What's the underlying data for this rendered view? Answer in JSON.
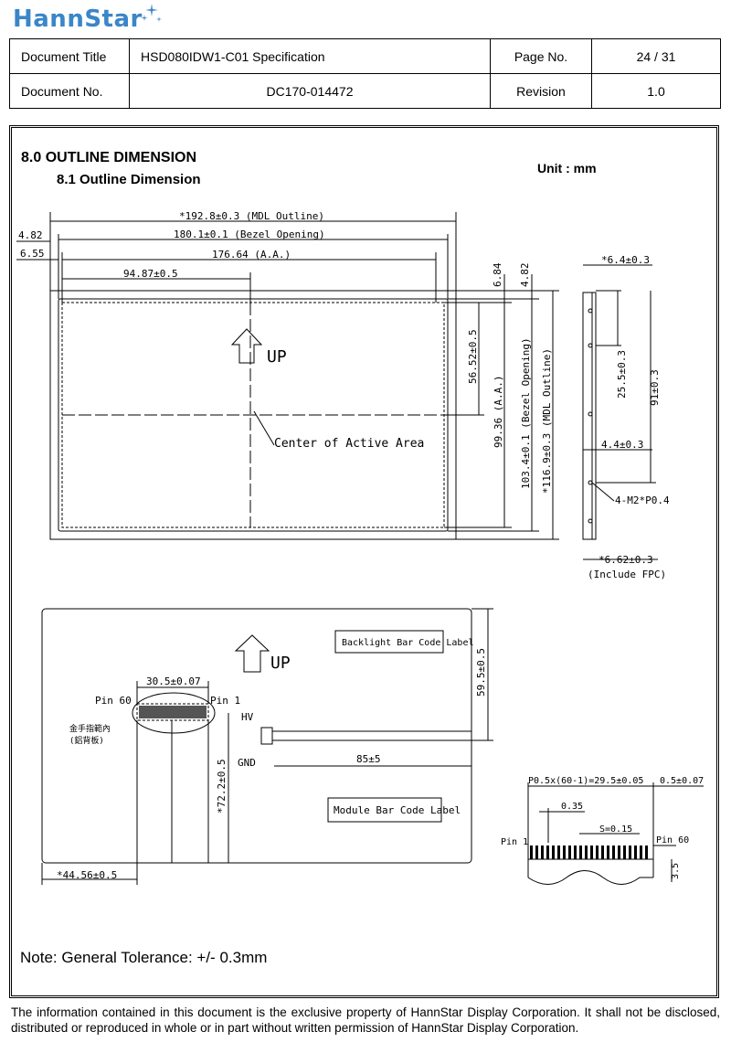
{
  "header": {
    "logo_text": "HannStar",
    "doc_title_label": "Document Title",
    "doc_title_value": "HSD080IDW1-C01 Specification",
    "page_label": "Page No.",
    "page_value": "24 / 31",
    "doc_no_label": "Document No.",
    "doc_no_value": "DC170-014472",
    "revision_label": "Revision",
    "revision_value": "1.0"
  },
  "section": {
    "title": "8.0  OUTLINE DIMENSION",
    "subtitle": "8.1     Outline Dimension",
    "unit": "Unit : mm"
  },
  "front_view": {
    "mdl_outline_w": "*192.8±0.3 (MDL Outline)",
    "bezel_w": "180.1±0.1 (Bezel Opening)",
    "aa_w": "176.64 (A.A.)",
    "center_x": "94.87±0.5",
    "left_4_82": "4.82",
    "left_6_55": "6.55",
    "top_6_84": "6.84",
    "top_4_82": "4.82",
    "center_y": "56.52±0.5",
    "aa_h": "99.36 (A.A.)",
    "bezel_h": "103.4±0.1 (Bezel Opening)",
    "mdl_h": "*116.9±0.3 (MDL Outline)",
    "up": "UP",
    "center_label": "Center of Active Area"
  },
  "side_view": {
    "thk": "*6.4±0.3",
    "d25": "25.5±0.3",
    "d91": "91±0.3",
    "d44": "4.4±0.3",
    "screws": "4-M2*P0.4",
    "thk_fpc": "*6.62±0.3",
    "include_fpc": "(Include FPC)"
  },
  "back_view": {
    "backlight_label": "Backlight Bar Code Label",
    "module_label": "Module Bar Code Label",
    "up": "UP",
    "fpc_w": "30.5±0.07",
    "pin60": "Pin 60",
    "pin1": "Pin 1",
    "gold_1": "金手指範內",
    "gold_2": "(鋁背板)",
    "hv": "HV",
    "gnd": "GND",
    "d59": "59.5±0.5",
    "d85": "85±5",
    "d72": "*72.2±0.5",
    "d44": "*44.56±0.5"
  },
  "pin_detail": {
    "pitch": "P0.5x(60-1)=29.5±0.05",
    "tol": "0.5±0.07",
    "d035": "0.35",
    "s": "S=0.15",
    "pin1": "Pin 1",
    "pin60": "Pin 60",
    "d35": "3.5"
  },
  "note": "Note: General Tolerance: +/- 0.3mm",
  "footer": "The information contained in this document is the exclusive property of HannStar Display Corporation. It shall not be disclosed, distributed or reproduced in whole or in part without written permission of HannStar Display Corporation.",
  "colors": {
    "logo": "#3a86c8"
  }
}
